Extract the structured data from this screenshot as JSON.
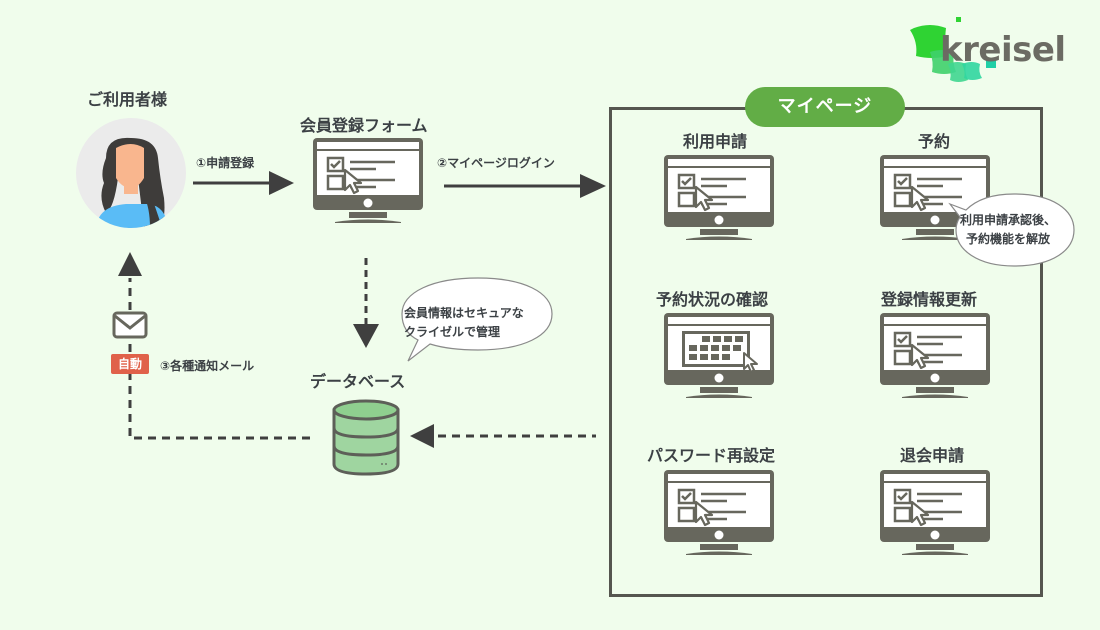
{
  "logo": {
    "text": "kreisel",
    "colors": [
      "#2fd333",
      "#3fd06b",
      "#3fd690",
      "#30d6a0",
      "#1fcfa6"
    ]
  },
  "user": {
    "label": "ご利用者様",
    "avatar": "female-user-avatar"
  },
  "form": {
    "label": "会員登録フォーム"
  },
  "database": {
    "label": "データベース"
  },
  "security_note": {
    "line1": "会員情報はセキュアな",
    "line2": "クライゼルで管理"
  },
  "arrows": {
    "step1": "①申請登録",
    "step2": "②マイページログイン",
    "step3": "③各種通知メール",
    "auto_badge": "自動"
  },
  "mypage": {
    "title": "マイページ",
    "items": [
      {
        "label": "利用申請",
        "icon": "form-monitor-icon"
      },
      {
        "label": "予約",
        "icon": "form-monitor-icon"
      },
      {
        "label": "予約状況の確認",
        "icon": "calendar-monitor-icon"
      },
      {
        "label": "登録情報更新",
        "icon": "form-monitor-icon"
      },
      {
        "label": "パスワード再設定",
        "icon": "form-monitor-icon"
      },
      {
        "label": "退会申請",
        "icon": "form-monitor-icon"
      }
    ],
    "reservation_note": {
      "line1": "利用申請承認後、",
      "line2": "予約機能を解放"
    }
  },
  "colors": {
    "background": "#f0fdec",
    "accent_green": "#62ad46",
    "dark_gray": "#55564f",
    "badge_red": "#e0614a",
    "db_green": "#9fd5a0"
  }
}
